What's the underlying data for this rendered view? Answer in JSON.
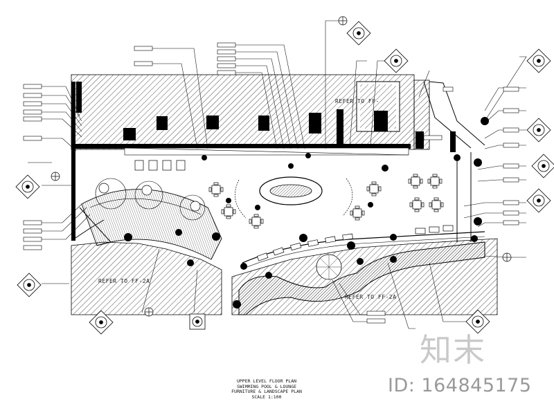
{
  "drawing": {
    "refer_labels": [
      "REFER TO FF-",
      "REFER TO FF-2A",
      "REFER TO FF-2A"
    ],
    "title_lines": [
      "UPPER LEVEL FLOOR PLAN",
      "SWIMMING POOL & LOUNGE",
      "FURNITURE & LANDSCAPE PLAN",
      "SCALE 1:100"
    ]
  },
  "watermark": {
    "logo_text": "知末",
    "id_text": "ID: 164845175"
  },
  "colors": {
    "line": "#000000",
    "paper": "#ffffff",
    "watermark": "#888888"
  }
}
